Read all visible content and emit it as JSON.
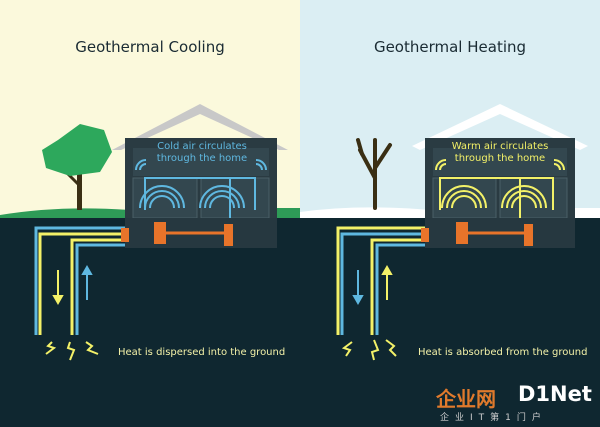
{
  "panels": {
    "cooling": {
      "title": "Geothermal Cooling",
      "house_caption_line1": "Cold air circulates",
      "house_caption_line2": "through the home",
      "bottom_caption": "Heat is dispersed into the ground"
    },
    "heating": {
      "title": "Geothermal Heating",
      "house_caption_line1": "Warm air circulates",
      "house_caption_line2": "through the home",
      "bottom_caption": "Heat is absorbed from the ground"
    }
  },
  "watermark": {
    "brand_cn": "企业网",
    "brand_en": "D1Net",
    "tagline": "企业IT第1门户"
  },
  "colors": {
    "cold_air": "#5fb8e0",
    "warm_air": "#f3f168",
    "pipe_orange": "#e8742a",
    "ground": "#0f2730",
    "grass": "#2e9b57",
    "snow": "#ffffff",
    "tree_green": "#2da85c",
    "tree_bare": "#3a2f14"
  }
}
